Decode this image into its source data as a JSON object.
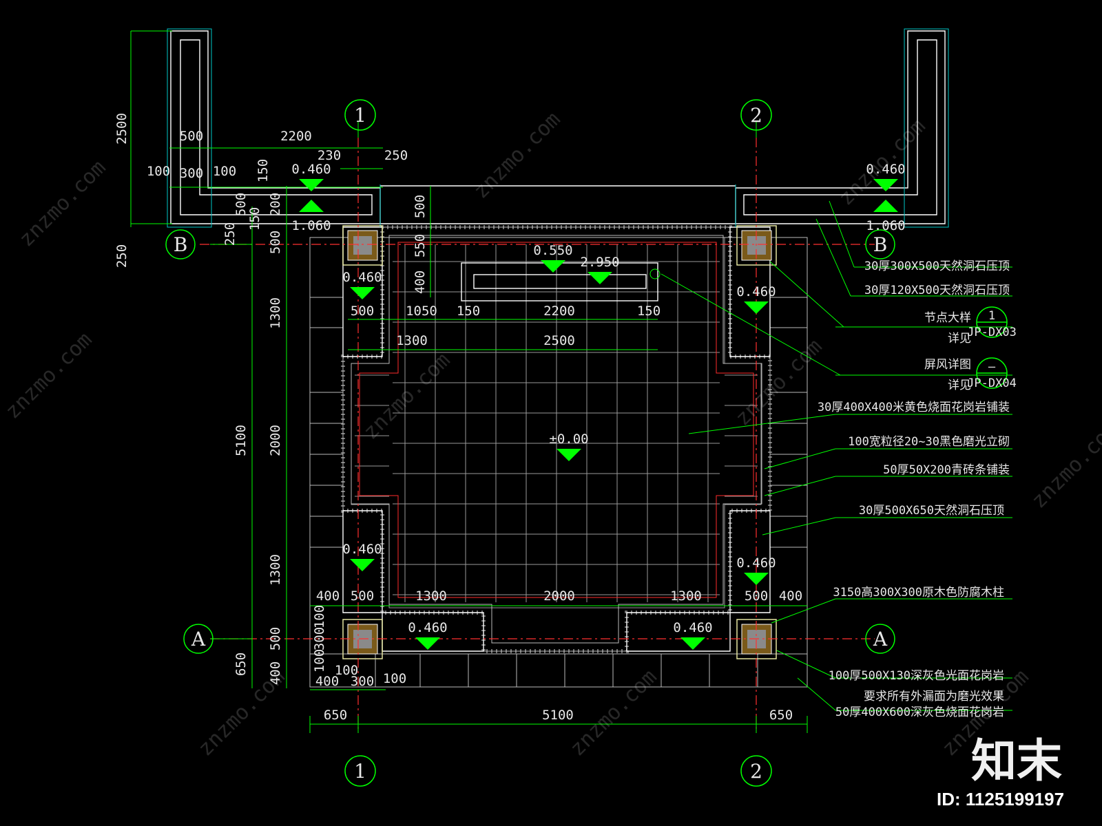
{
  "dimensions": {
    "top": [
      "500",
      "2200",
      "230",
      "250",
      "100",
      "300",
      "100",
      "150"
    ],
    "left_outer": [
      "2500",
      "250",
      "5100",
      "650"
    ],
    "left_inner": [
      "500",
      "200",
      "500",
      "150",
      "250",
      "500",
      "1300",
      "2000",
      "1300",
      "500",
      "400"
    ],
    "center_v": [
      "500",
      "550",
      "400"
    ],
    "upper_rows": [
      "500",
      "1050",
      "150",
      "2200",
      "150",
      "1300",
      "2500"
    ],
    "lower_row": [
      "400",
      "500",
      "1300",
      "2000",
      "1300",
      "500",
      "400"
    ],
    "bottom_detail": [
      "100",
      "300",
      "100",
      "100",
      "400",
      "300",
      "100"
    ],
    "bottom_overall": [
      "650",
      "5100",
      "650"
    ]
  },
  "levels": {
    "l_0460_top_left": "0.460",
    "l_1060_left": "1.060",
    "l_0460_top_right": "0.460",
    "l_1060_right": "1.060",
    "l_0550": "0.550",
    "l_2950": "2.950",
    "l_0460_col_ul": "0.460",
    "l_0460_col_ur": "0.460",
    "l_000": "±0.00",
    "l_0460_col_ll": "0.460",
    "l_0460_col_lr": "0.460",
    "l_0460_bot_l": "0.460",
    "l_0460_bot_r": "0.460"
  },
  "axes": {
    "one": "1",
    "two": "2",
    "a": "A",
    "b": "B"
  },
  "notes": [
    "30厚300X500天然洞石压顶",
    "30厚120X500天然洞石压顶",
    "节点大样",
    "详见",
    "屏风详图",
    "详见",
    "30厚400X400米黄色烧面花岗岩铺装",
    "100宽粒径20~30黑色磨光立砌",
    "50厚50X200青砖条铺装",
    "30厚500X650天然洞石压顶",
    "3150高300X300原木色防腐木柱",
    "100厚500X130深灰色光面花岗岩",
    "要求所有外漏面为磨光效果",
    "50厚400X600深灰色烧面花岗岩"
  ],
  "detail_refs": {
    "node_num": "1",
    "node_sheet": "JP-DX03",
    "screen_num": "—",
    "screen_sheet": "JP-DX04"
  },
  "watermark": {
    "site": "znzmo.com",
    "logo": "知末",
    "id": "ID: 1125199197"
  },
  "colors": {
    "background": "#000000",
    "linework": "#ffffff",
    "dimension": "#00ff00",
    "axis": "#ff3030",
    "outline": "#00ffff",
    "marker": "#00ff00"
  }
}
